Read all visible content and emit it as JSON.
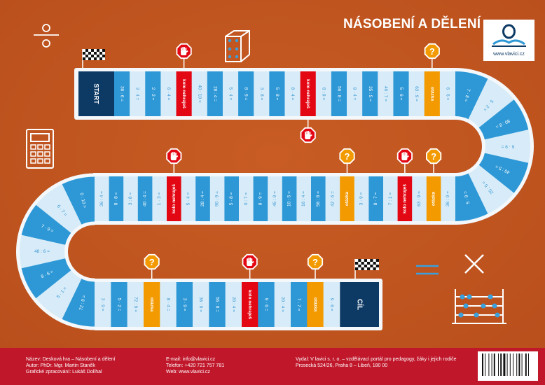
{
  "title": "NÁSOBENÍ A DĚLENÍ",
  "logo": {
    "text": "www.vlavici.cz"
  },
  "colors": {
    "background": "#bf5420",
    "cell_dark": "#2e98d6",
    "cell_light": "#d7ecf8",
    "cell_red": "#e30613",
    "cell_orange": "#f39a00",
    "cell_navy": "#0d3a64",
    "footer": "#c0172b"
  },
  "signs": {
    "question_mark": "?",
    "stop_icon": "hand-stop-icon"
  },
  "board": {
    "start": "START",
    "finish": "CÍL",
    "row1": [
      {
        "label": "36 : 6 =",
        "kind": "d"
      },
      {
        "label": "3 · 4 =",
        "kind": "l"
      },
      {
        "label": "2 · 2 =",
        "kind": "d"
      },
      {
        "label": "6 · 4 =",
        "kind": "l"
      },
      {
        "label": "kolo nehraješ",
        "kind": "r"
      },
      {
        "label": "40 : 10 =",
        "kind": "l"
      },
      {
        "label": "28 : 4 =",
        "kind": "d"
      },
      {
        "label": "5 · 4 =",
        "kind": "l"
      },
      {
        "label": "8 · 9 =",
        "kind": "d"
      },
      {
        "label": "3 · 8 =",
        "kind": "l"
      },
      {
        "label": "5 · 8 =",
        "kind": "d"
      },
      {
        "label": "8 · 4 =",
        "kind": "l"
      },
      {
        "label": "kolo nehraješ",
        "kind": "r"
      },
      {
        "label": "8 : 0 =",
        "kind": "l"
      },
      {
        "label": "56 : 8 =",
        "kind": "d"
      },
      {
        "label": "8 · 4 =",
        "kind": "l"
      },
      {
        "label": "35 : 5 =",
        "kind": "d"
      },
      {
        "label": "49 : 7 =",
        "kind": "l"
      },
      {
        "label": "5 · 6 =",
        "kind": "d"
      },
      {
        "label": "63 : 9 =",
        "kind": "l"
      },
      {
        "label": "otázka",
        "kind": "o"
      },
      {
        "label": "6 · 6 =",
        "kind": "l"
      }
    ],
    "curve_right": [
      {
        "label": "7 · 8 =",
        "kind": "d"
      },
      {
        "label": "5 · 2 =",
        "kind": "l"
      },
      {
        "label": "80 : 8 =",
        "kind": "d"
      },
      {
        "label": "6 · 9 =",
        "kind": "l"
      },
      {
        "label": "40 : 5 =",
        "kind": "d"
      },
      {
        "label": "25 : 5 =",
        "kind": "l"
      },
      {
        "label": "5 · 9 =",
        "kind": "d"
      }
    ],
    "row2": [
      {
        "label": "36 : 4 =",
        "kind": "l"
      },
      {
        "label": "8 · 8 =",
        "kind": "d"
      },
      {
        "label": "3 : 8 =",
        "kind": "l"
      },
      {
        "label": "40 : 4 =",
        "kind": "d"
      },
      {
        "label": "1 · 3 =",
        "kind": "l"
      },
      {
        "label": "kolo nehraješ",
        "kind": "r"
      },
      {
        "label": "5 · 4 =",
        "kind": "l"
      },
      {
        "label": "28 : 4 =",
        "kind": "d"
      },
      {
        "label": "90 : 9 =",
        "kind": "l"
      },
      {
        "label": "5 · 8 =",
        "kind": "d"
      },
      {
        "label": "0 : 7 =",
        "kind": "l"
      },
      {
        "label": "8 · 9 =",
        "kind": "d"
      },
      {
        "label": "45 : 9 =",
        "kind": "l"
      },
      {
        "label": "10 : 5 =",
        "kind": "d"
      },
      {
        "label": "16 : 4 =",
        "kind": "l"
      },
      {
        "label": "56 : 8 =",
        "kind": "d"
      },
      {
        "label": "42 : 6 =",
        "kind": "l"
      },
      {
        "label": "otázka",
        "kind": "o"
      },
      {
        "label": "3 · 9 =",
        "kind": "l"
      },
      {
        "label": "8 · 7 =",
        "kind": "d"
      },
      {
        "label": "7 : 1 =",
        "kind": "l"
      },
      {
        "label": "kolo nehraješ",
        "kind": "r"
      },
      {
        "label": "63 : 9 =",
        "kind": "l"
      },
      {
        "label": "otázka",
        "kind": "o"
      },
      {
        "label": "36 : 9 =",
        "kind": "l"
      }
    ],
    "curve_left": [
      {
        "label": "0 : 10 =",
        "kind": "d"
      },
      {
        "label": "6 · 7 =",
        "kind": "l"
      },
      {
        "label": "7 · 9 =",
        "kind": "d"
      },
      {
        "label": "48 : 6 =",
        "kind": "l"
      },
      {
        "label": "8 · 6 =",
        "kind": "d"
      },
      {
        "label": "5 · 1 =",
        "kind": "l"
      },
      {
        "label": "72 : 9 =",
        "kind": "d"
      }
    ],
    "row3": [
      {
        "label": "3 · 9 =",
        "kind": "l"
      },
      {
        "label": "5 · 2 =",
        "kind": "d"
      },
      {
        "label": "72 : 9 =",
        "kind": "l"
      },
      {
        "label": "otázka",
        "kind": "o"
      },
      {
        "label": "8 · 4 =",
        "kind": "l"
      },
      {
        "label": "3 · 9 =",
        "kind": "d"
      },
      {
        "label": "36 : 9 =",
        "kind": "l"
      },
      {
        "label": "56 : 8 =",
        "kind": "d"
      },
      {
        "label": "20 : 4 =",
        "kind": "l"
      },
      {
        "label": "kolo nehraješ",
        "kind": "r"
      },
      {
        "label": "9 · 6 =",
        "kind": "d"
      },
      {
        "label": "20 : 4 =",
        "kind": "l"
      },
      {
        "label": "7 · 7 =",
        "kind": "d"
      },
      {
        "label": "otázka",
        "kind": "o"
      },
      {
        "label": "9 · 6 =",
        "kind": "l"
      }
    ]
  },
  "footer": {
    "col1": [
      "Název: Desková hra – Násobení a dělení",
      "Autor: PhDr. Mgr. Martin Staněk",
      "Grafické zpracování: Lukáš Dolíhal"
    ],
    "col2": [
      "E-mail: info@vlavici.cz",
      "Telefon: +420 721 757 781",
      "Web: www.vlavici.cz"
    ],
    "col3": [
      "Vydal: V lavici s. r. o. – vzdělávací portál pro pedagogy, žáky i jejich rodiče",
      "Prosecká 524/26, Praha 8 – Libeň, 180 00"
    ]
  }
}
